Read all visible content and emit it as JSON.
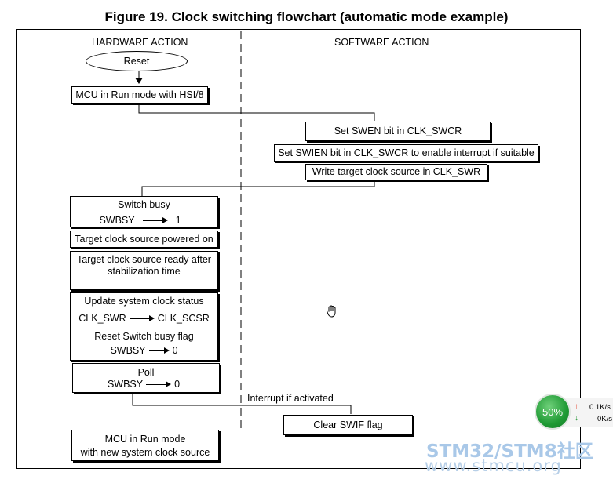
{
  "title": "Figure 19. Clock switching flowchart (automatic mode example)",
  "columns": {
    "hardware": "HARDWARE ACTION",
    "software": "SOFTWARE ACTION"
  },
  "nodes": {
    "reset": "Reset",
    "mcu_run_hsi": "MCU in Run mode with HSI/8",
    "set_swen": "Set SWEN bit in CLK_SWCR",
    "set_swien": "Set SWIEN bit in CLK_SWCR to enable interrupt if suitable",
    "write_target": "Write target clock source in CLK_SWR",
    "switch_busy": {
      "title": "Switch busy",
      "left": "SWBSY",
      "right": "1"
    },
    "target_powered": "Target clock source powered on",
    "target_ready": {
      "line1": "Target clock source ready after",
      "line2": "stabilization time"
    },
    "update_status": {
      "title": "Update system clock status",
      "assign_left": "CLK_SWR",
      "assign_right": "CLK_SCSR",
      "reset_flag": "Reset Switch busy flag",
      "flag_left": "SWBSY",
      "flag_right": "0"
    },
    "poll": {
      "title": "Poll",
      "left": "SWBSY",
      "right": "0"
    },
    "interrupt_label": "Interrupt if activated",
    "clear_swif": "Clear SWIF flag",
    "mcu_run_new": {
      "line1": "MCU in Run mode",
      "line2": "with new system clock source"
    }
  },
  "overlay": {
    "gauge_percent": "50%",
    "upload_rate": "0.1K/s",
    "download_rate": "0K/s",
    "up_icon": "arrow-up-icon",
    "down_icon": "arrow-down-icon",
    "watermark_brand": "STM32/STM8社区",
    "watermark_url": "www.stmcu.org"
  }
}
